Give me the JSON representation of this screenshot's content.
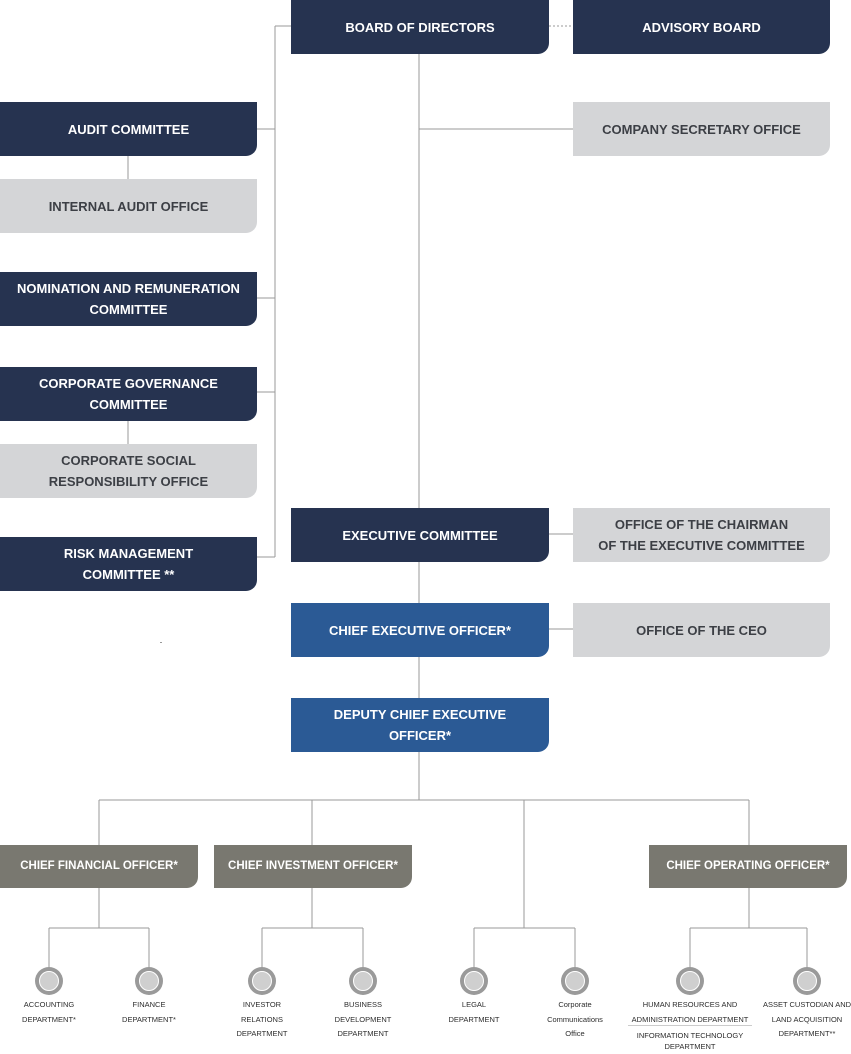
{
  "board": {
    "directors": "BOARD OF DIRECTORS",
    "advisory": "ADVISORY BOARD",
    "secretary": "COMPANY SECRETARY OFFICE"
  },
  "committees": {
    "audit": "AUDIT COMMITTEE",
    "internal_audit": "INTERNAL AUDIT OFFICE",
    "nomination": "NOMINATION AND REMUNERATION\nCOMMITTEE",
    "governance": "CORPORATE GOVERNANCE\nCOMMITTEE",
    "csr": "CORPORATE SOCIAL\nRESPONSIBILITY OFFICE",
    "risk": "RISK MANAGEMENT\nCOMMITTEE **"
  },
  "executive": {
    "committee": "EXECUTIVE COMMITTEE",
    "chairman_office": "OFFICE OF THE CHAIRMAN\nOF THE EXECUTIVE COMMITTEE",
    "ceo": "CHIEF EXECUTIVE OFFICER*",
    "ceo_office": "OFFICE OF THE CEO",
    "deputy_ceo": "DEPUTY CHIEF EXECUTIVE\nOFFICER*"
  },
  "officers": {
    "cfo": "CHIEF FINANCIAL OFFICER*",
    "cio": "CHIEF INVESTMENT OFFICER*",
    "coo": "CHIEF OPERATING OFFICER*"
  },
  "departments": {
    "accounting": "ACCOUNTING\nDEPARTMENT*",
    "finance": "FINANCE\nDEPARTMENT*",
    "investor_relations": "INVESTOR\nRELATIONS\nDEPARTMENT",
    "business_development": "BUSINESS\nDEVELOPMENT\nDEPARTMENT",
    "legal": "LEGAL\nDEPARTMENT",
    "communications": "Corporate\nCommunications\nOffice",
    "hr_admin": "HUMAN RESOURCES AND\nADMINISTRATION DEPARTMENT",
    "it": "INFORMATION TECHNOLOGY\nDEPARTMENT",
    "asset": "ASSET CUSTODIAN AND\nLAND ACQUISITION\nDEPARTMENT**"
  },
  "colors": {
    "navy": "#263350",
    "grey": "#d4d5d7",
    "blue": "#2b5a95",
    "olive": "#797870",
    "connector": "#9a9a9a"
  }
}
